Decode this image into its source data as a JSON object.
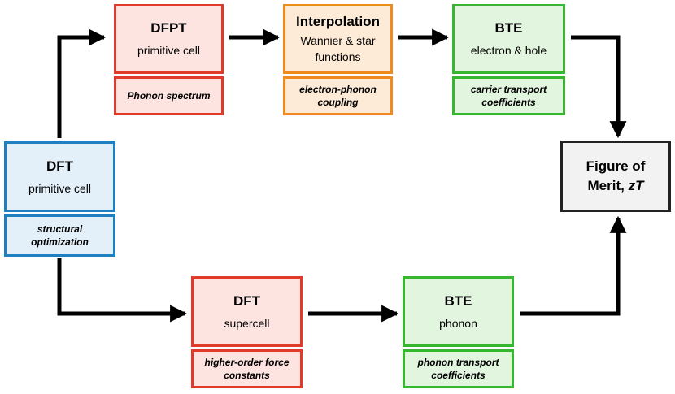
{
  "nodes": {
    "dft_primitive": {
      "title": "DFT",
      "subtitle": "primitive cell",
      "note_line1": "structural",
      "note_line2": "optimization"
    },
    "dfpt": {
      "title": "DFPT",
      "subtitle": "primitive cell",
      "note": "Phonon spectrum"
    },
    "interpolation": {
      "title": "Interpolation",
      "subtitle_line1": "Wannier & star",
      "subtitle_line2": "functions",
      "note_line1": "electron-phonon",
      "note_line2": "coupling"
    },
    "bte_electron": {
      "title": "BTE",
      "subtitle": "electron & hole",
      "note_line1": "carrier transport",
      "note_line2": "coefficients"
    },
    "dft_supercell": {
      "title": "DFT",
      "subtitle": "supercell",
      "note_line1": "higher-order force",
      "note_line2": "constants"
    },
    "bte_phonon": {
      "title": "BTE",
      "subtitle": "phonon",
      "note_line1": "phonon transport",
      "note_line2": "coefficients"
    },
    "figure_of_merit": {
      "line1": "Figure of",
      "line2_prefix": "Merit, ",
      "line2_symbol": "zT"
    }
  },
  "colors": {
    "blue": "#1f7fc1",
    "red": "#e03a2a",
    "orange": "#ef8a1f",
    "green": "#37b72f",
    "dark": "#222222"
  }
}
